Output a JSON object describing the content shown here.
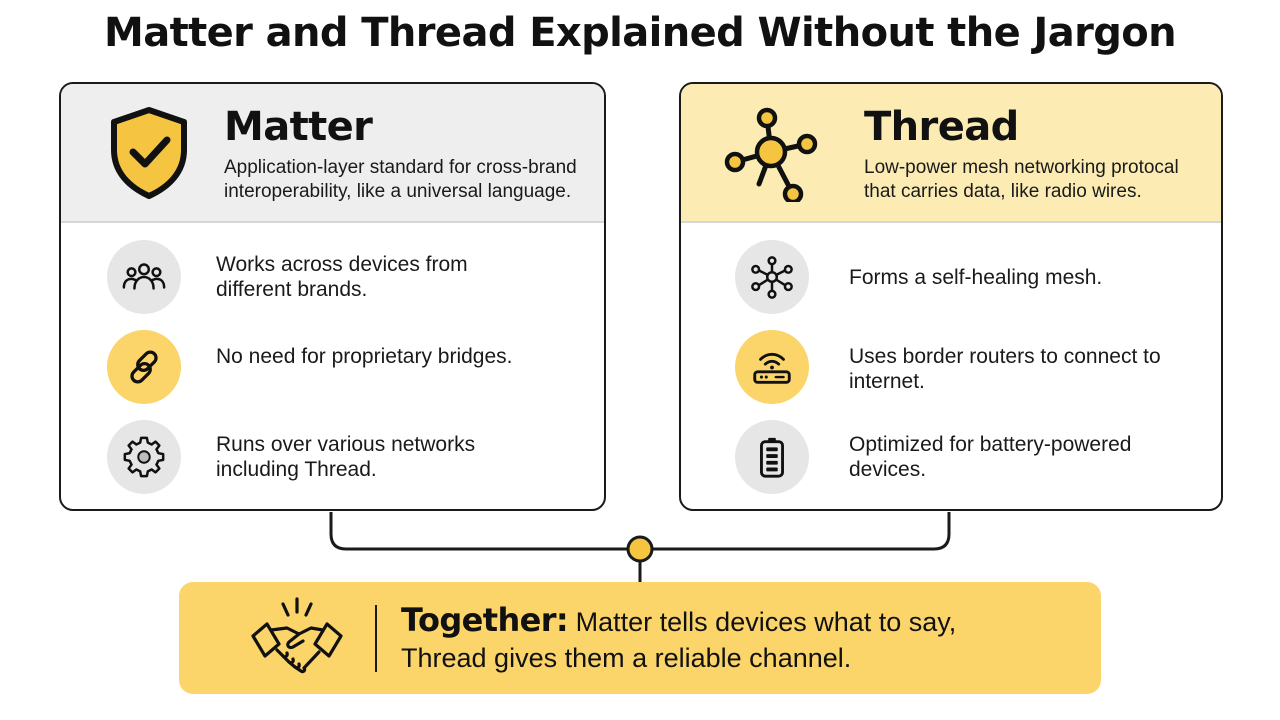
{
  "title": "Matter and Thread Explained Without the Jargon",
  "matter": {
    "title": "Matter",
    "description": "Application-layer standard for cross-brand interoperability, like a universal language.",
    "items": [
      {
        "icon": "users-icon",
        "text": "Works across devices from different brands."
      },
      {
        "icon": "link-icon",
        "text": "No need for proprietary bridges."
      },
      {
        "icon": "gear-icon",
        "text": "Runs over various networks including Thread."
      }
    ]
  },
  "thread": {
    "title": "Thread",
    "description": "Low-power mesh networking protocal that carries data, like radio wires.",
    "items": [
      {
        "icon": "mesh-network-icon",
        "text": "Forms a self-healing mesh."
      },
      {
        "icon": "router-icon",
        "text": "Uses border routers to connect to internet."
      },
      {
        "icon": "battery-icon",
        "text": "Optimized for battery-powered devices."
      }
    ]
  },
  "together": {
    "label": "Together:",
    "text_line1": " Matter tells devices what to say,",
    "text_line2": "Thread gives them a reliable channel."
  },
  "colors": {
    "accent": "#fbd46a",
    "accent_light": "#fcecb4",
    "icon_gray": "#e6e6e6",
    "header_gray": "#eeeeee",
    "ink": "#111111"
  }
}
